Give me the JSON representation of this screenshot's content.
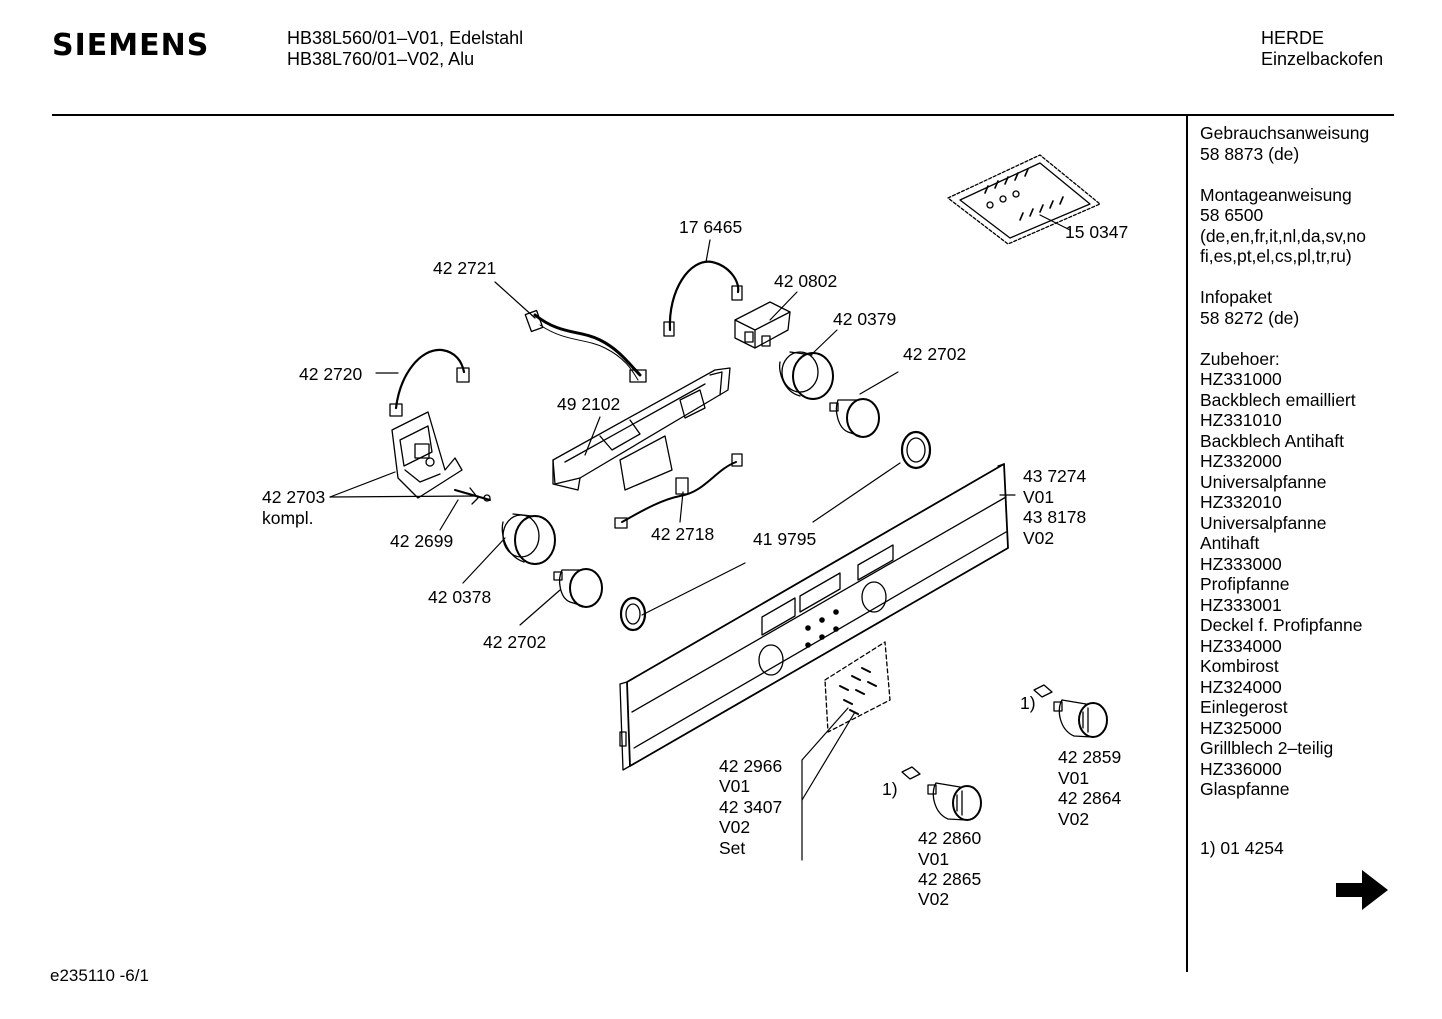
{
  "header": {
    "brand": "SIEMENS",
    "model_line1": "HB38L560/01–V01, Edelstahl",
    "model_line2": "HB38L760/01–V02, Alu",
    "category_line1": "HERDE",
    "category_line2": "Einzelbackofen"
  },
  "sidebar": {
    "groups": [
      [
        "Gebrauchsanweisung",
        "58 8873 (de)"
      ],
      [
        "Montageanweisung",
        "58 6500",
        "(de,en,fr,it,nl,da,sv,no",
        "fi,es,pt,el,cs,pl,tr,ru)"
      ],
      [
        "Infopaket",
        "58 8272 (de)"
      ],
      [
        "Zubehoer:",
        "HZ331000",
        "Backblech emailliert",
        "HZ331010",
        "Backblech Antihaft",
        "HZ332000",
        "Universalpfanne",
        "HZ332010",
        "Universalpfanne",
        "Antihaft",
        "HZ333000",
        "Profipfanne",
        "HZ333001",
        "Deckel f. Profipfanne",
        "HZ334000",
        "Kombirost",
        "HZ324000",
        "Einlegerost",
        "HZ325000",
        "Grillblech 2–teilig",
        "HZ336000",
        "Glaspfanne"
      ]
    ],
    "footnote": "1) 01 4254",
    "next_arrow_icon": "right-arrow-icon"
  },
  "parts": {
    "p150347": "15 0347",
    "p176465": "17 6465",
    "p422721": "42 2721",
    "p420802": "42 0802",
    "p420379": "42 0379",
    "p422702a": "42 2702",
    "p422720": "42 2720",
    "p492102": "49 2102",
    "p422703": "42 2703",
    "kompl": "kompl.",
    "p422699": "42 2699",
    "p422718": "42 2718",
    "p419795": "41 9795",
    "p437274": "43 7274",
    "v01a": "V01",
    "p438178": "43 8178",
    "v02a": "V02",
    "p420378": "42 0378",
    "p422702b": "42 2702",
    "p422966": "42 2966",
    "v01b": "V01",
    "p423407": "42 3407",
    "v02b": "V02",
    "set": "Set",
    "fn1a": "1)",
    "p422859": "42 2859",
    "v01c": "V01",
    "p422864": "42 2864",
    "v02c": "V02",
    "fn1b": "1)",
    "p422860": "42 2860",
    "v01d": "V01",
    "p422865": "42 2865",
    "v02d": "V02"
  },
  "footer": {
    "doc_id": "e235110 -6/1"
  }
}
